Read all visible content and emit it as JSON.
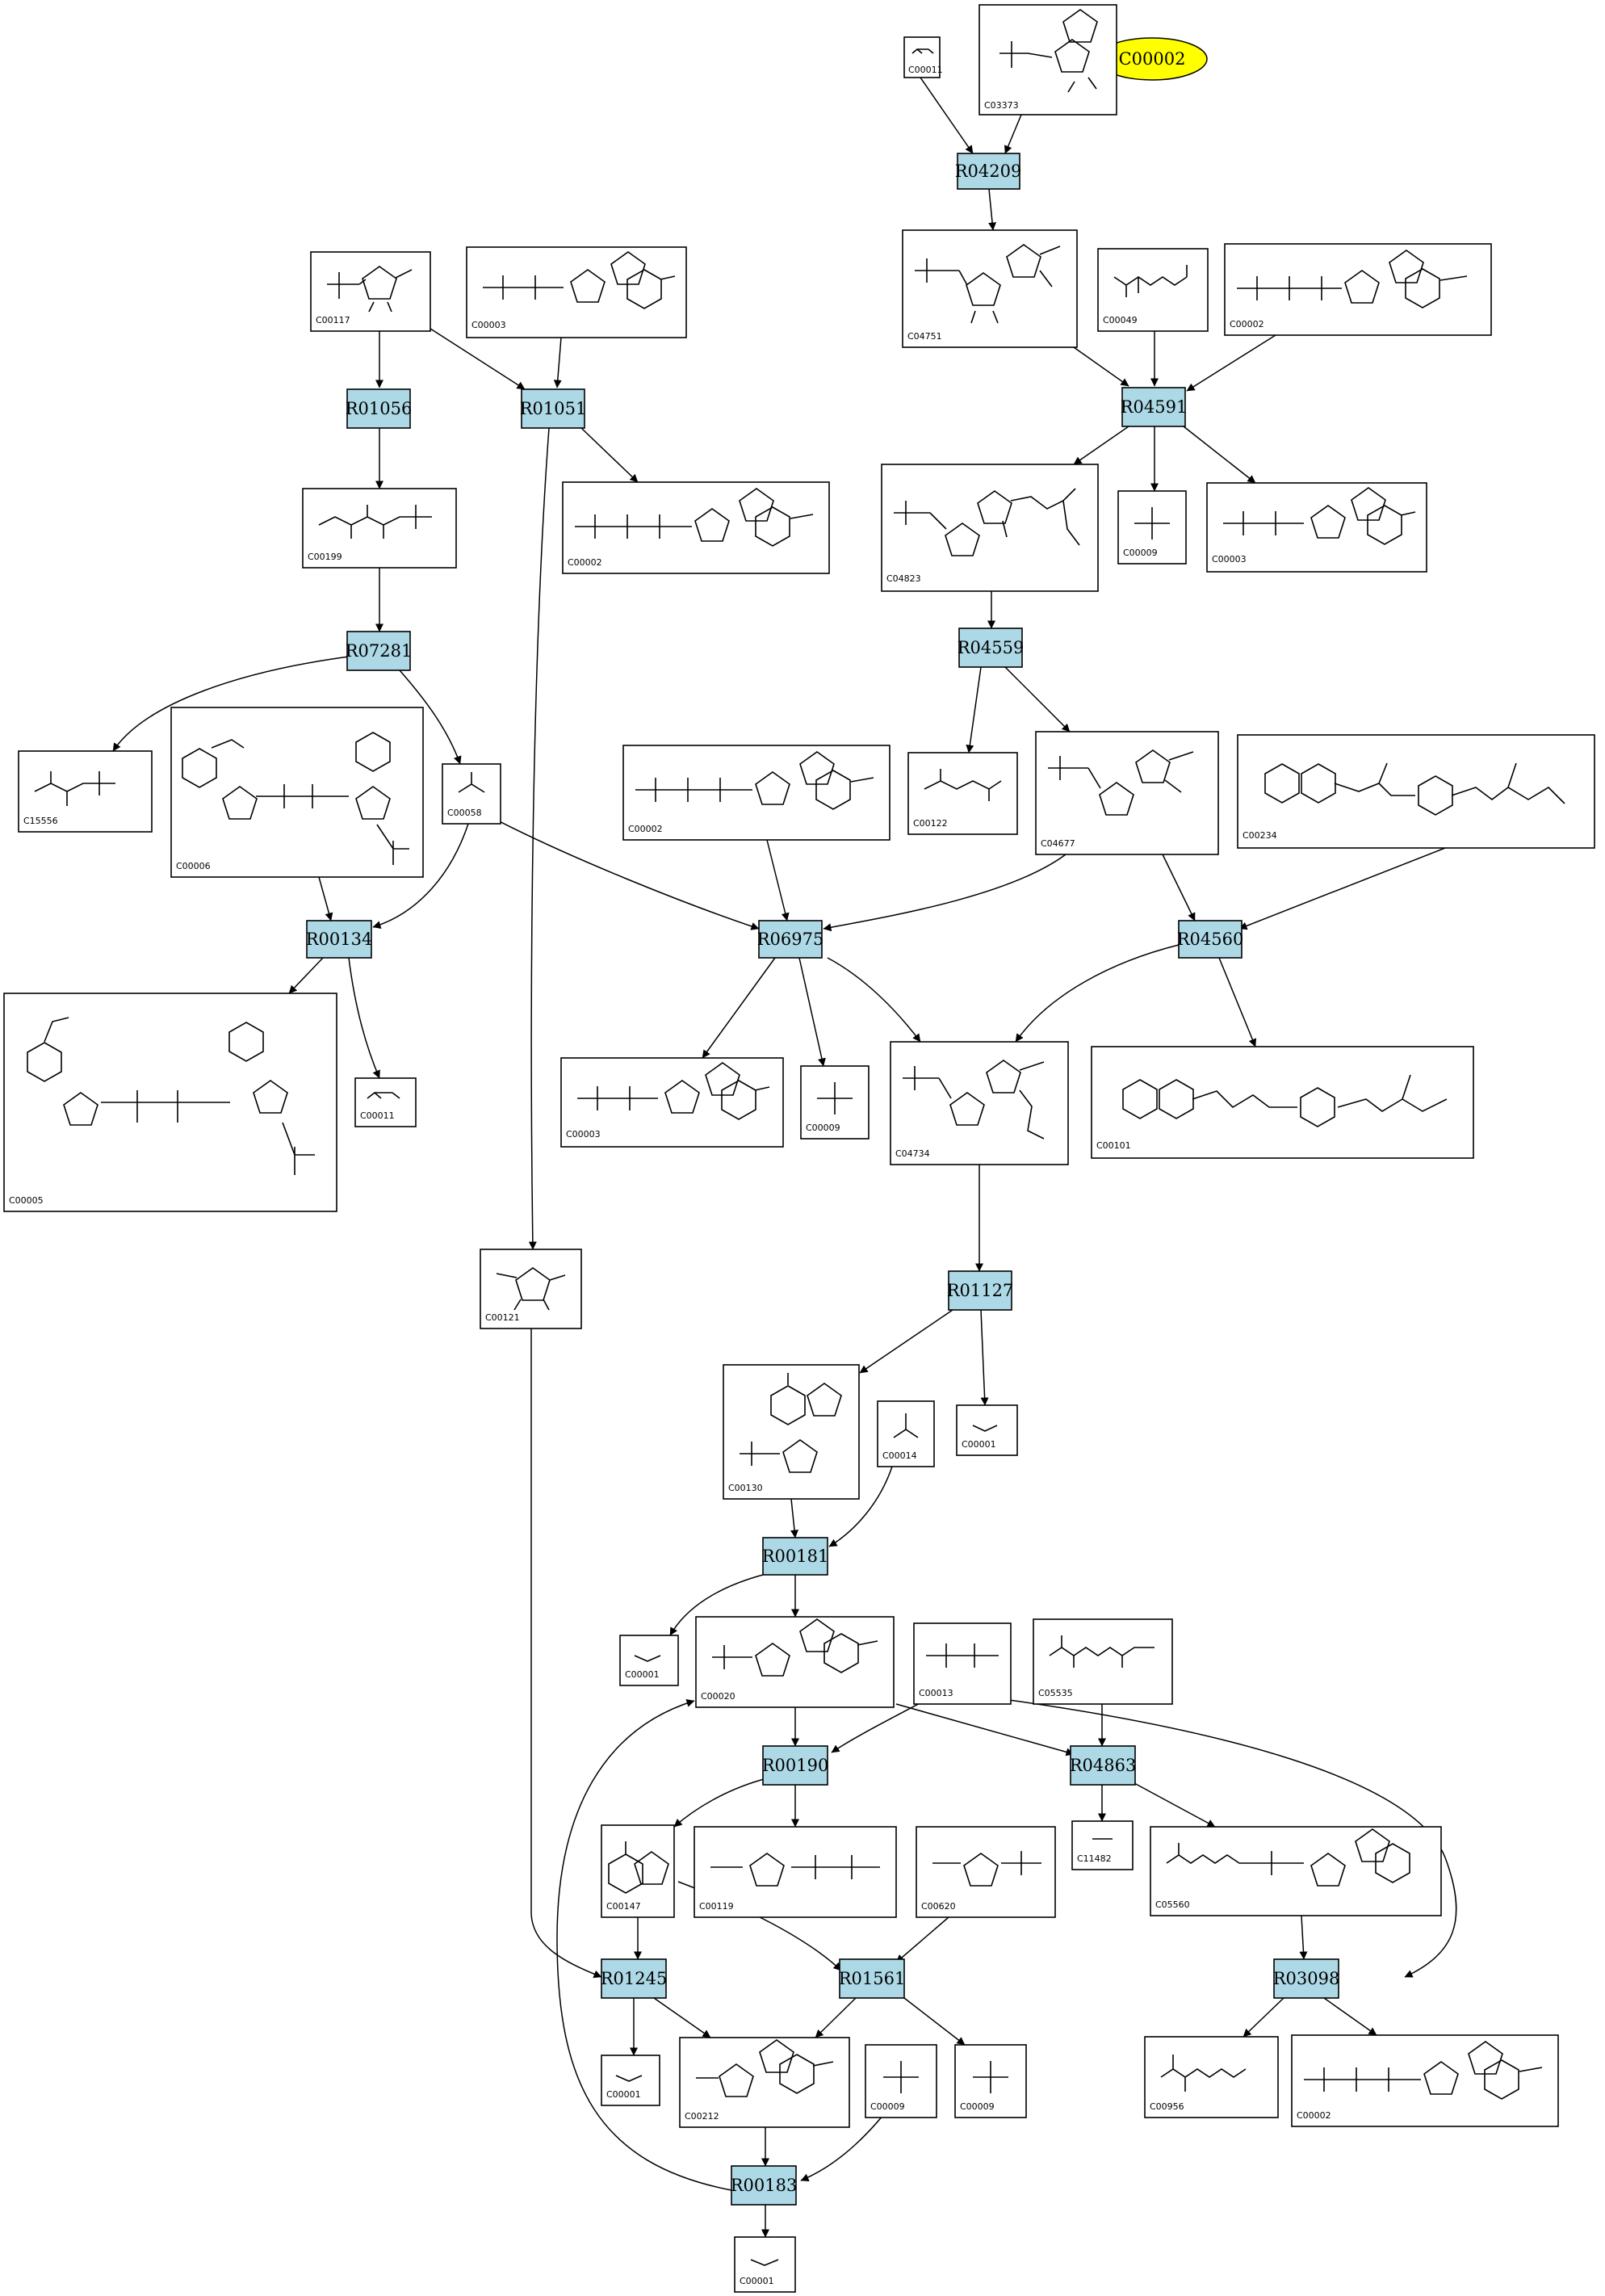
{
  "highlight": {
    "label": "C00002",
    "color": "#ffff00"
  },
  "reaction_color": "#add8e6",
  "reactions": [
    {
      "id": "R04209"
    },
    {
      "id": "R01056"
    },
    {
      "id": "R01051"
    },
    {
      "id": "R04591"
    },
    {
      "id": "R07281"
    },
    {
      "id": "R04559"
    },
    {
      "id": "R00134"
    },
    {
      "id": "R06975"
    },
    {
      "id": "R04560"
    },
    {
      "id": "R01127"
    },
    {
      "id": "R00181"
    },
    {
      "id": "R00190"
    },
    {
      "id": "R04863"
    },
    {
      "id": "R01245"
    },
    {
      "id": "R01561"
    },
    {
      "id": "R03098"
    },
    {
      "id": "R00183"
    }
  ],
  "compounds": [
    {
      "key": "c00011_top",
      "id": "C00011"
    },
    {
      "key": "c03373",
      "id": "C03373"
    },
    {
      "key": "c00117",
      "id": "C00117"
    },
    {
      "key": "c00003_top",
      "id": "C00003"
    },
    {
      "key": "c04751",
      "id": "C04751"
    },
    {
      "key": "c00049",
      "id": "C00049"
    },
    {
      "key": "c00002_top",
      "id": "C00002"
    },
    {
      "key": "c00199",
      "id": "C00199"
    },
    {
      "key": "c00002_r01051",
      "id": "C00002"
    },
    {
      "key": "c04823",
      "id": "C04823"
    },
    {
      "key": "c00009_r04591",
      "id": "C00009"
    },
    {
      "key": "c00003_r04591",
      "id": "C00003"
    },
    {
      "key": "c15556",
      "id": "C15556"
    },
    {
      "key": "c00006",
      "id": "C00006"
    },
    {
      "key": "c00058",
      "id": "C00058"
    },
    {
      "key": "c00002_mid",
      "id": "C00002"
    },
    {
      "key": "c00122",
      "id": "C00122"
    },
    {
      "key": "c04677",
      "id": "C04677"
    },
    {
      "key": "c00234",
      "id": "C00234"
    },
    {
      "key": "c00005",
      "id": "C00005"
    },
    {
      "key": "c00011_r00134",
      "id": "C00011"
    },
    {
      "key": "c00003_r06975",
      "id": "C00003"
    },
    {
      "key": "c00009_r06975",
      "id": "C00009"
    },
    {
      "key": "c04734",
      "id": "C04734"
    },
    {
      "key": "c00101",
      "id": "C00101"
    },
    {
      "key": "c00121",
      "id": "C00121"
    },
    {
      "key": "c00130",
      "id": "C00130"
    },
    {
      "key": "c00014",
      "id": "C00014"
    },
    {
      "key": "c00001_r01127",
      "id": "C00001"
    },
    {
      "key": "c00001_r00181",
      "id": "C00001"
    },
    {
      "key": "c00020",
      "id": "C00020"
    },
    {
      "key": "c00013",
      "id": "C00013"
    },
    {
      "key": "c05535",
      "id": "C05535"
    },
    {
      "key": "c00147",
      "id": "C00147"
    },
    {
      "key": "c00119",
      "id": "C00119"
    },
    {
      "key": "c00620",
      "id": "C00620"
    },
    {
      "key": "c11482",
      "id": "C11482"
    },
    {
      "key": "c05560",
      "id": "C05560"
    },
    {
      "key": "c00001_r01245",
      "id": "C00001"
    },
    {
      "key": "c00212",
      "id": "C00212"
    },
    {
      "key": "c00009_a",
      "id": "C00009"
    },
    {
      "key": "c00009_b",
      "id": "C00009"
    },
    {
      "key": "c00956",
      "id": "C00956"
    },
    {
      "key": "c00002_r03098",
      "id": "C00002"
    },
    {
      "key": "c00001_bottom",
      "id": "C00001"
    }
  ]
}
